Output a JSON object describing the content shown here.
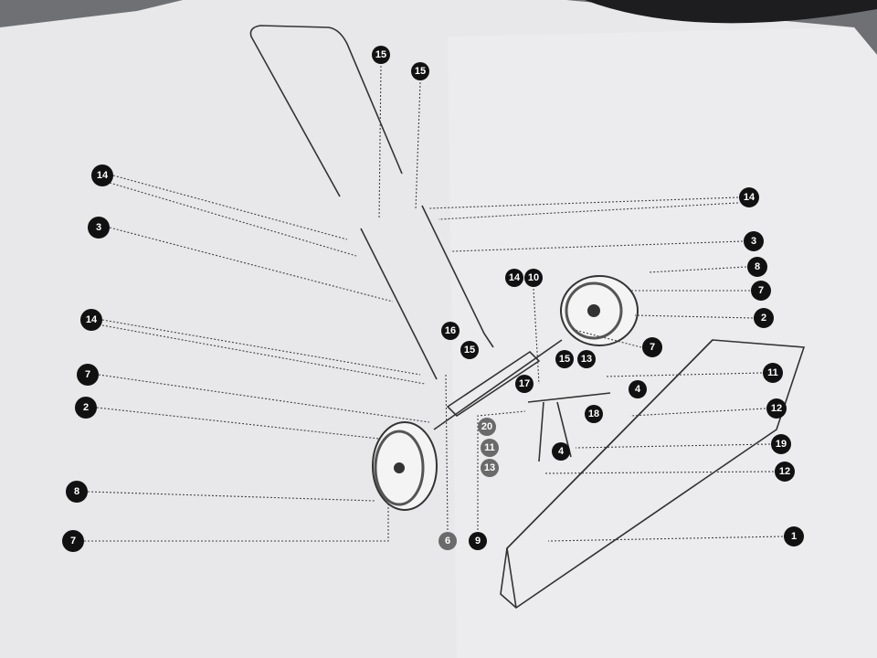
{
  "diagram": {
    "type": "exploded assembly view",
    "callouts_left": [
      "14",
      "3",
      "14",
      "7",
      "2",
      "8",
      "7"
    ],
    "callouts_top": [
      "15",
      "15"
    ],
    "callouts_right": [
      "14",
      "3",
      "8",
      "7",
      "2",
      "7",
      "11",
      "12",
      "19",
      "12",
      "1"
    ],
    "callouts_center": [
      "14",
      "10",
      "16",
      "15",
      "15",
      "13",
      "17",
      "4",
      "18",
      "20",
      "11",
      "4",
      "13",
      "6",
      "9"
    ]
  }
}
